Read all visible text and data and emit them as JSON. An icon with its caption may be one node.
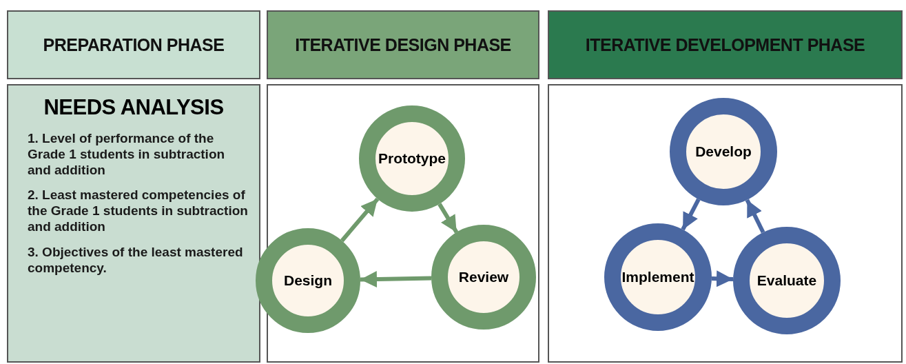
{
  "diagram": {
    "nodes": [
      {
        "text": [
          "PREPARATION PHASE"
        ]
      },
      {
        "text": [
          "ITERATIVE DESIGN PHASE"
        ]
      },
      {
        "text": [
          "ITERATIVE DEVELOPMENT PHASE"
        ]
      },
      {
        "text": [
          "NEEDS ANALYSIS",
          "1. Level of performance of the Grade 1 students in subtraction and addition",
          "2. Least mastered competencies of the Grade 1 students in subtraction and addition",
          "3. Objectives of the least mastered competency."
        ]
      },
      {
        "text": [],
        "shape": "box"
      },
      {
        "text": [
          "Prototype"
        ],
        "in": 4
      },
      {
        "text": [
          "Design"
        ],
        "in": 4
      },
      {
        "text": [
          "Review"
        ],
        "in": 4
      },
      {
        "text": [],
        "shape": "box"
      },
      {
        "text": [
          "Develop"
        ],
        "in": 8
      },
      {
        "text": [
          "Implement"
        ],
        "in": 8
      },
      {
        "text": [
          "Evaluate"
        ],
        "in": 8
      }
    ],
    "edges": [
      {
        "from": 6,
        "to": 5,
        "arrow": "to"
      },
      {
        "from": 5,
        "to": 7,
        "arrow": "to"
      },
      {
        "from": 7,
        "to": 6,
        "arrow": "to"
      },
      {
        "from": 9,
        "to": 10,
        "arrow": "to"
      },
      {
        "from": 10,
        "to": 11,
        "arrow": "to"
      },
      {
        "from": 11,
        "to": 9,
        "arrow": "to"
      }
    ]
  }
}
